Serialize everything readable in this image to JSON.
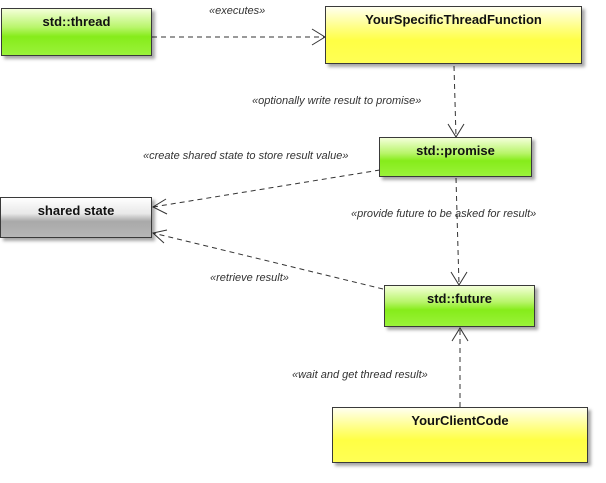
{
  "nodes": {
    "thread": "std::thread",
    "thread_function": "YourSpecificThreadFunction",
    "promise": "std::promise",
    "shared_state": "shared state",
    "future": "std::future",
    "client_code": "YourClientCode"
  },
  "edges": {
    "executes": "«executes»",
    "write_result": "«optionally write result to promise»",
    "create_state": "«create shared state to store result value»",
    "provide_future": "«provide future to be asked for result»",
    "retrieve_result": "«retrieve result»",
    "wait_result": "«wait and get thread result»"
  },
  "colors": {
    "green_node": "#86ec1a",
    "yellow_node": "#ffff44",
    "gray_node": "#a9a9a9",
    "edge": "#333333"
  }
}
